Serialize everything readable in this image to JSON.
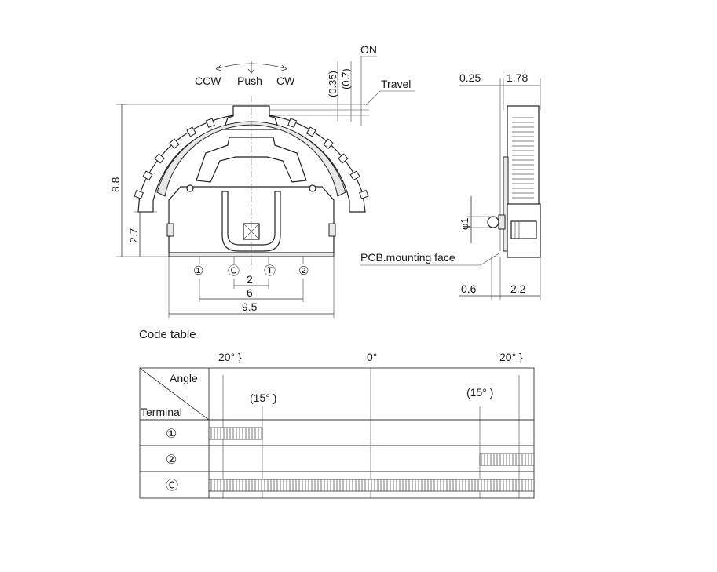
{
  "front_view": {
    "rotation_labels": {
      "ccw": "CCW",
      "push": "Push",
      "cw": "CW"
    },
    "dims": {
      "d035": "(0.35)",
      "d07": "(0.7)",
      "on": "ON",
      "travel": "Travel",
      "height": "8.8",
      "lower_height": "2.7",
      "pitch_small": "2",
      "pitch_mid": "6",
      "width": "9.5"
    },
    "terminals": [
      "①",
      "Ⓒ",
      "Ⓣ",
      "②"
    ]
  },
  "side_view": {
    "dims": {
      "top_left": "0.25",
      "top_right": "1.78",
      "phi": "φ1",
      "pcb": "PCB.mounting face",
      "bottom_left": "0.6",
      "bottom_right": "2.2"
    }
  },
  "code_table": {
    "title": "Code table",
    "angle_left": "20°  }",
    "angle_center": "0°",
    "angle_right": "20°  }",
    "header_angle": "Angle",
    "header_terminal": "Terminal",
    "mark_left": "(15° )",
    "mark_right": "(15° )",
    "rows": [
      {
        "terminal": "①"
      },
      {
        "terminal": "②"
      },
      {
        "terminal": "Ⓒ"
      }
    ]
  }
}
